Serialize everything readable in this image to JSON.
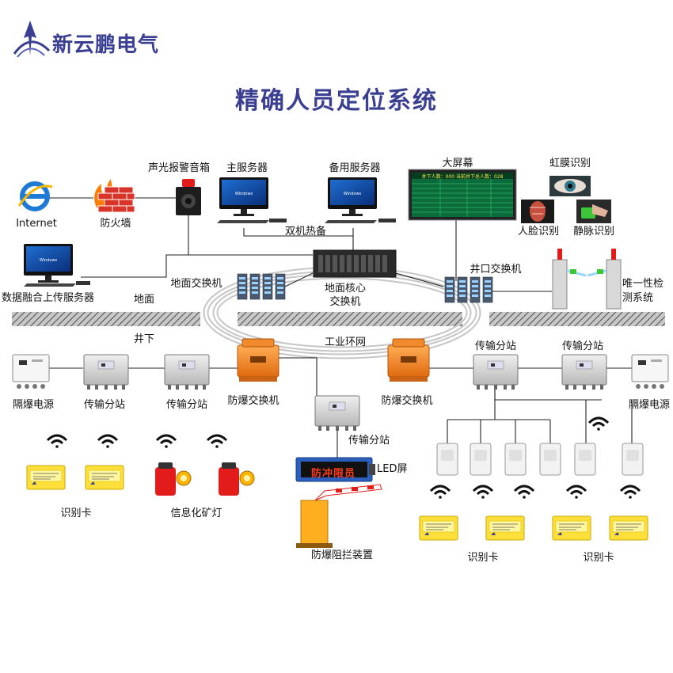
{
  "brand": {
    "name": "新云鹏电气",
    "color": "#3a3f92"
  },
  "title": "精确人员定位系统",
  "labels": {
    "internet": "Internet",
    "firewall": "防火墙",
    "alarm_speaker": "声光报警音箱",
    "main_server": "主服务器",
    "backup_server": "备用服务器",
    "dual_hot_standby": "双机热备",
    "big_screen": "大屏幕",
    "iris": "虹膜识别",
    "face": "人脸识别",
    "vein": "静脉识别",
    "upload_server": "数据融合上传服务器",
    "ground_switch": "地面交换机",
    "core_switch_1": "地面核心",
    "core_switch_2": "交换机",
    "wellhead_switch": "井口交换机",
    "unique_check_1": "唯一性检",
    "unique_check_2": "测系统",
    "ground": "地面",
    "underground": "井下",
    "industrial_ring": "工业环网",
    "isolation_power_left": "隔爆电源",
    "isolation_power_right": "隔爆电源",
    "transmit_station_1": "传输分站",
    "transmit_station_2": "传输分站",
    "transmit_station_3": "传输分站",
    "transmit_station_4": "传输分站",
    "transmit_station_5": "传输分站",
    "explosion_switch_left": "防爆交换机",
    "explosion_switch_right": "防爆交换机",
    "id_card_left": "识别卡",
    "miner_lamp": "信息化矿灯",
    "led_screen": "LED屏",
    "barrier": "防爆阻拦装置",
    "id_card_mid": "识别卡",
    "id_card_right": "识别卡"
  },
  "led_text": "防冲限员",
  "bigscreen_header": "井下人数：000 当前井下总人数：028"
}
